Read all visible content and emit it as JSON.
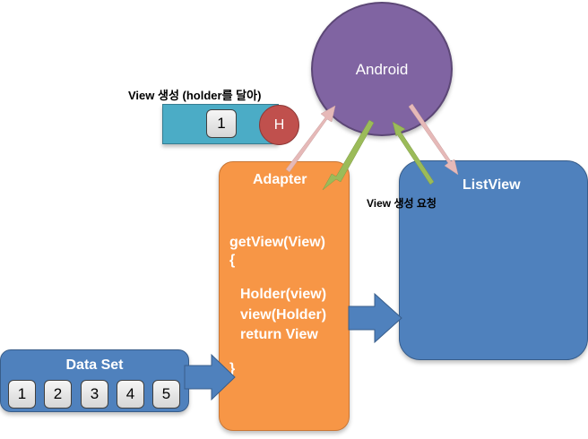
{
  "android": {
    "label": "Android"
  },
  "holder": {
    "caption": "View 생성 (holder를 달아)",
    "item_label": "1",
    "badge_label": "H"
  },
  "adapter": {
    "title": "Adapter",
    "code": {
      "getview": "getView(View)",
      "open_brace": "{",
      "holder_call": "Holder(view)",
      "view_call": "view(Holder)",
      "return_stmt": "return View",
      "close_brace": "}"
    }
  },
  "listview": {
    "label": "ListView"
  },
  "request_caption": "View 생성 요청",
  "dataset": {
    "title": "Data Set",
    "items": [
      "1",
      "2",
      "3",
      "4",
      "5"
    ]
  },
  "colors": {
    "android": "#8064a2",
    "adapter": "#f79646",
    "listview": "#4f81bd",
    "holder_bar": "#4bacc6",
    "holder_badge": "#c0504d",
    "arrow_pink": "#e6b9b8",
    "arrow_green": "#9bbb59"
  }
}
